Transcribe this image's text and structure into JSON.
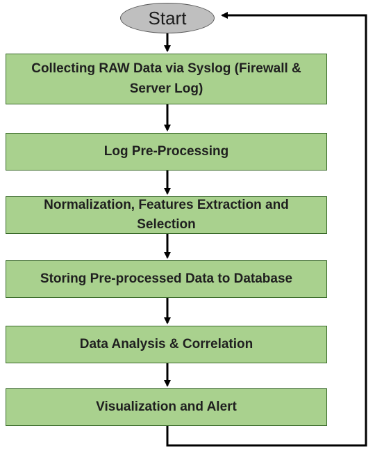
{
  "diagram": {
    "start_label": "Start",
    "steps": [
      {
        "label": "Collecting RAW Data via Syslog (Firewall & Server Log)"
      },
      {
        "label": "Log Pre-Processing"
      },
      {
        "label": "Normalization, Features Extraction and Selection"
      },
      {
        "label": "Storing Pre-processed Data to Database"
      },
      {
        "label": "Data Analysis & Correlation"
      },
      {
        "label": "Visualization and Alert"
      }
    ],
    "colors": {
      "start_fill": "#bfbfbf",
      "step_fill": "#a9d18e",
      "step_border": "#3a6b2a",
      "connector": "#000000"
    }
  }
}
